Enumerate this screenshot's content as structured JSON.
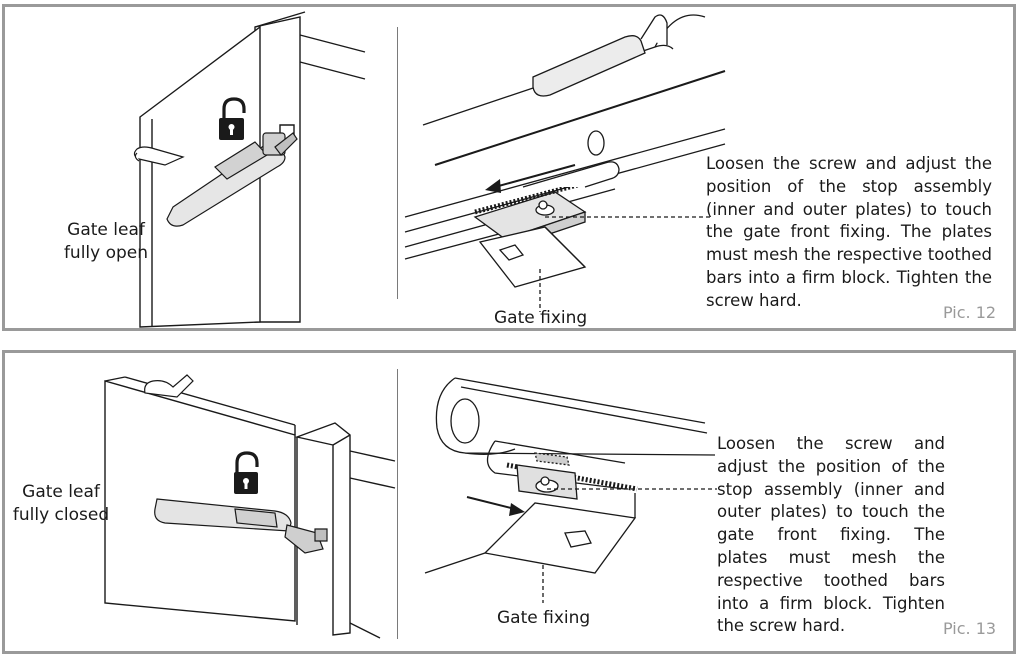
{
  "figures": [
    {
      "leaf_label": [
        "Gate leaf",
        "fully open"
      ],
      "fixing_label": "Gate fixing",
      "description": "Loosen the screw and adjust the position of the stop assembly (inner and outer plates) to touch the gate front fixing. The plates must mesh the respective toothed bars into a firm block. Tighten the screw hard.",
      "caption": "Pic. 12"
    },
    {
      "leaf_label": [
        "Gate leaf",
        "fully closed"
      ],
      "fixing_label": "Gate fixing",
      "description": "Loosen the screw and adjust the position of the stop assembly (inner and outer plates) to touch the gate front fixing. The plates must mesh the respective toothed bars into a firm block. Tighten the screw hard.",
      "caption": "Pic. 13"
    }
  ],
  "colors": {
    "border": "#9a9a9a",
    "caption": "#9a9a9a",
    "line": "#1a1a1a"
  },
  "icons": [
    "unlocked-padlock-icon",
    "hand-icon",
    "arrow-icon"
  ]
}
